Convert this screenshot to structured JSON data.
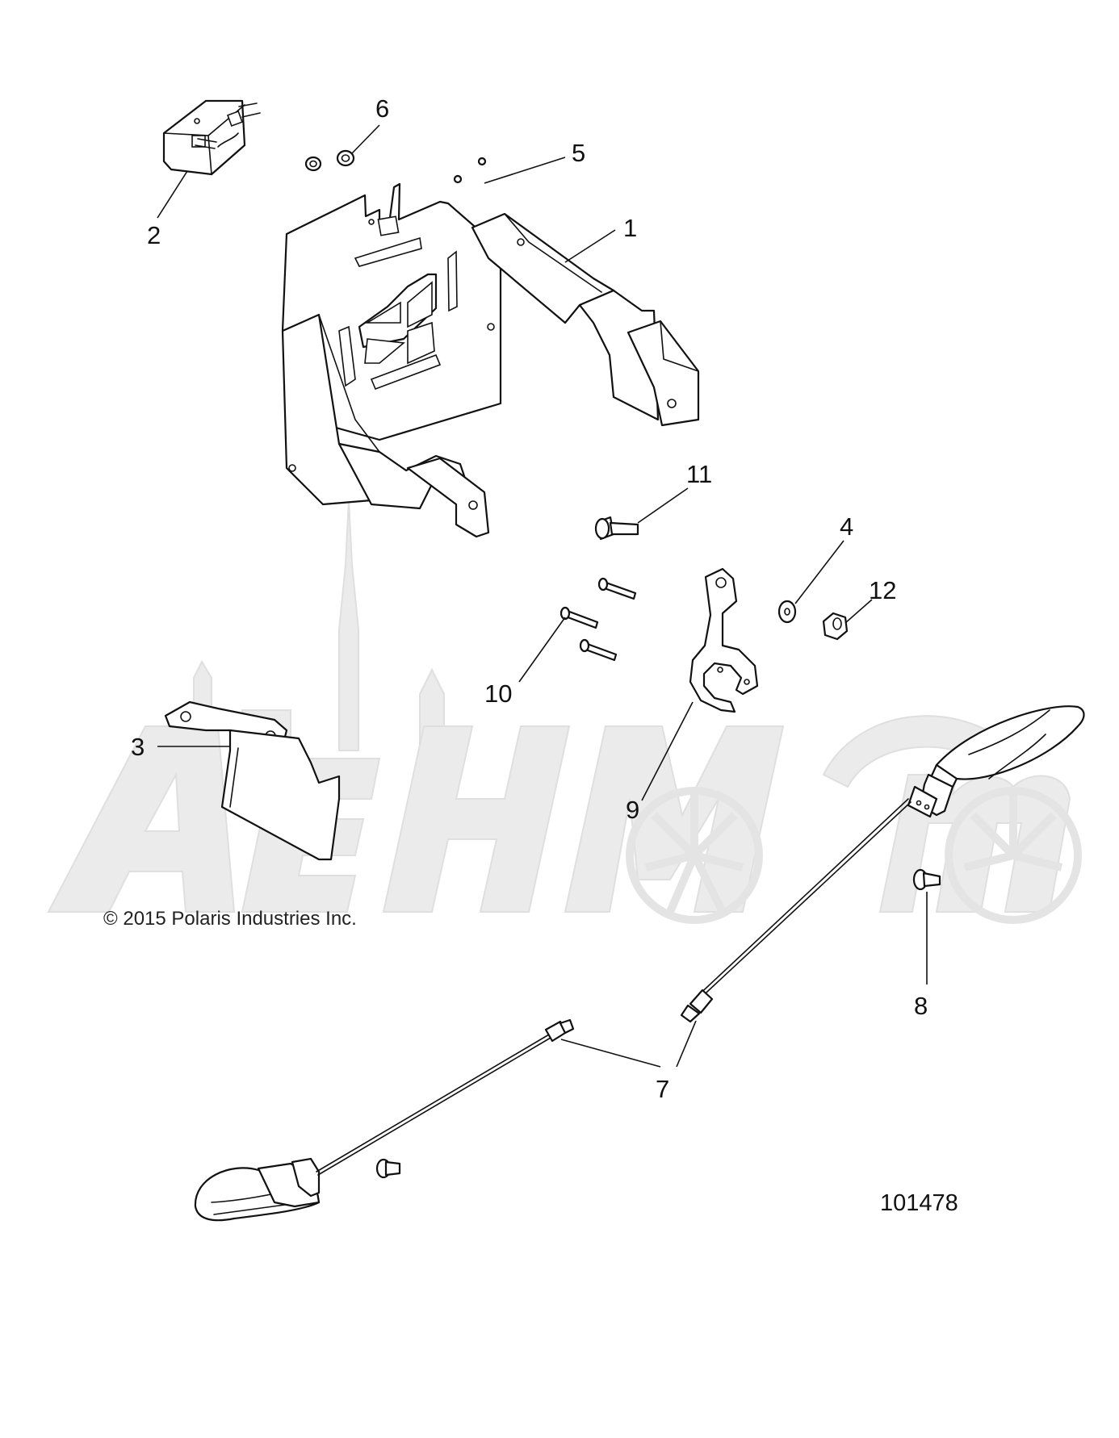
{
  "diagram": {
    "callouts": [
      "1",
      "2",
      "3",
      "4",
      "5",
      "6",
      "7",
      "7",
      "8",
      "9",
      "10",
      "11",
      "12"
    ],
    "copyright": "© 2015 Polaris Industries Inc.",
    "reference_number": "101478"
  },
  "watermark": {
    "text": "AehMomo",
    "style": "faint grey outline lettering with spire and motorcycle silhouettes",
    "color": "#e6e6e6"
  },
  "colors": {
    "line": "#111111",
    "background": "#ffffff"
  }
}
